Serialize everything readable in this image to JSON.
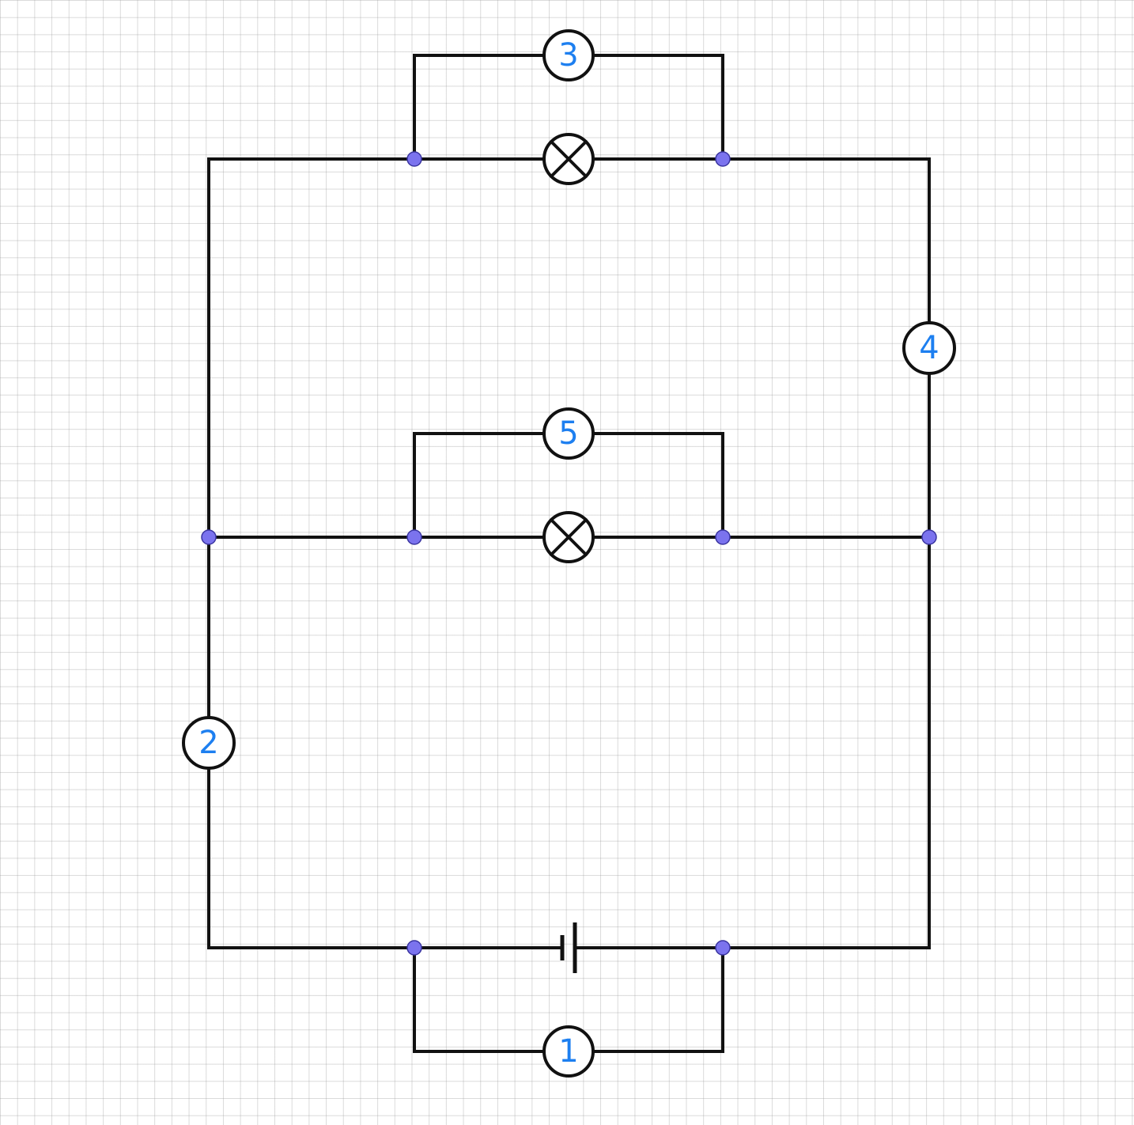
{
  "meters": [
    {
      "id": "meter-1",
      "label": "1"
    },
    {
      "id": "meter-2",
      "label": "2"
    },
    {
      "id": "meter-3",
      "label": "3"
    },
    {
      "id": "meter-4",
      "label": "4"
    },
    {
      "id": "meter-5",
      "label": "5"
    }
  ],
  "colors": {
    "wire": "#111111",
    "node": "#7b73ee",
    "label": "#1d7ff0",
    "grid": "#bdbdbd"
  },
  "components": {
    "lamp_count": 2,
    "battery_count": 1,
    "meter_count": 5
  }
}
